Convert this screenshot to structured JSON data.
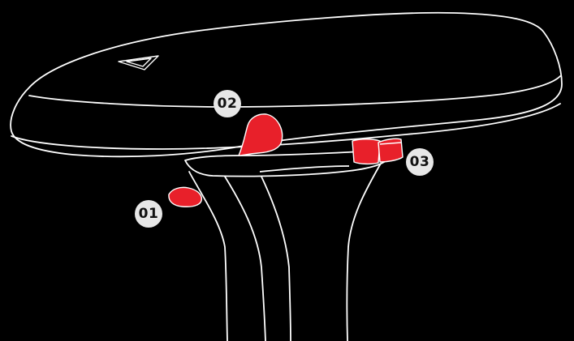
{
  "callouts": [
    {
      "id": "01",
      "label": "01"
    },
    {
      "id": "02",
      "label": "02"
    },
    {
      "id": "03",
      "label": "03"
    }
  ],
  "colors": {
    "background": "#000000",
    "outline": "#ffffff",
    "highlight": "#e8202a",
    "badge_fill": "#e7e7e7",
    "badge_text": "#111111"
  },
  "icons": {
    "logo_mark": "chevron-logo-icon"
  }
}
